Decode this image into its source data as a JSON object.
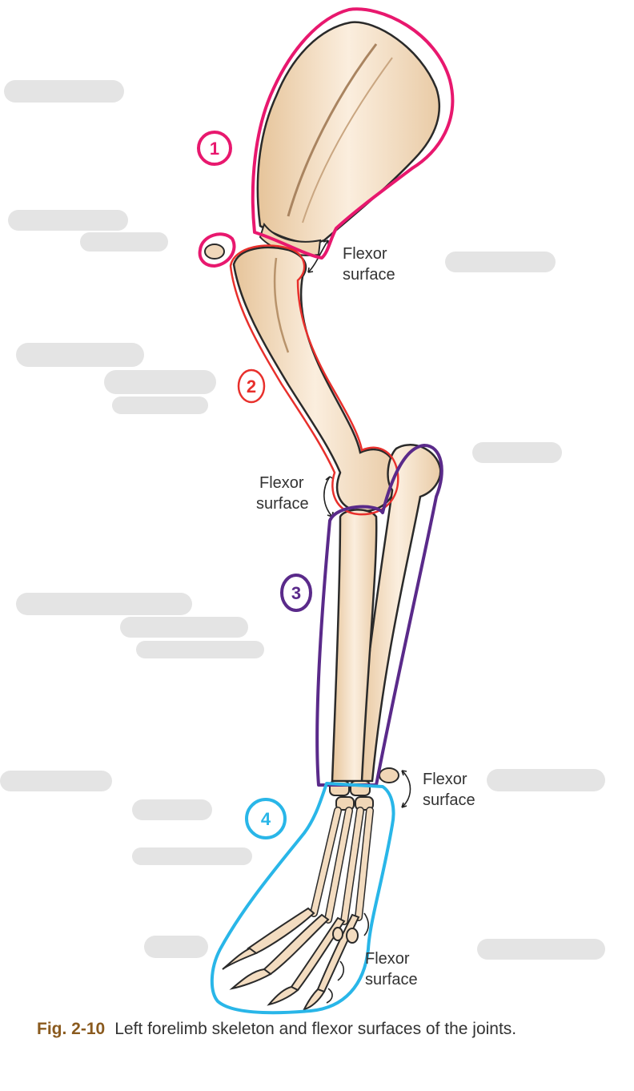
{
  "labels": {
    "flexor_1": {
      "line1": "Flexor",
      "line2": "surface"
    },
    "flexor_2": {
      "line1": "Flexor",
      "line2": "surface"
    },
    "flexor_3": {
      "line1": "Flexor",
      "line2": "surface"
    },
    "flexor_4": {
      "line1": "Flexor",
      "line2": "surface"
    }
  },
  "annotations": [
    {
      "number": "1",
      "color": "#e8186e"
    },
    {
      "number": "2",
      "color": "#e8302c"
    },
    {
      "number": "3",
      "color": "#5a2a8a"
    },
    {
      "number": "4",
      "color": "#29b6e8"
    }
  ],
  "caption": {
    "figure_number": "Fig. 2-10",
    "text": "Left forelimb skeleton and flexor surfaces of the joints."
  },
  "colors": {
    "bone_fill": "#f3dcc0",
    "bone_stroke": "#2a2a2a",
    "caption_figure": "#8a5a1e"
  }
}
